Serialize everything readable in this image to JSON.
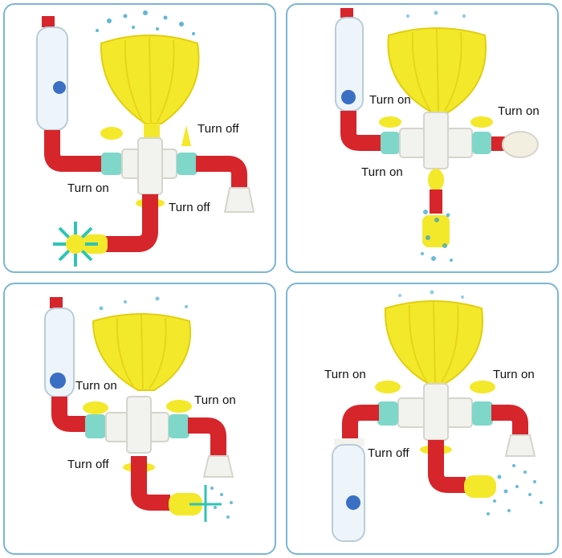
{
  "panels": [
    {
      "labels": [
        "Turn off",
        "Turn on",
        "Turn off"
      ]
    },
    {
      "labels": [
        "Turn on",
        "Turn on",
        "Turn on"
      ]
    },
    {
      "labels": [
        "Turn on",
        "Turn on",
        "Turn off"
      ]
    },
    {
      "labels": [
        "Turn on",
        "Turn on",
        "Turn off"
      ]
    }
  ],
  "colors": {
    "border": "#7bb6d6",
    "pipe_red": "#d6252b",
    "funnel_yellow": "#f4e82a",
    "valve_teal": "#7fd7c9",
    "connector_white": "#f2f2ee",
    "water_blue": "#2aa0c8"
  }
}
